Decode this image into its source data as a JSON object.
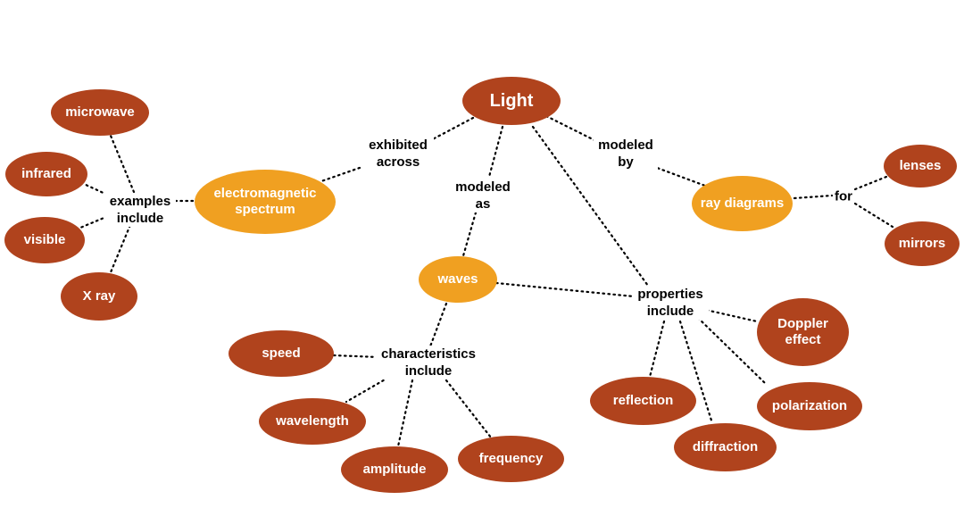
{
  "nodes": {
    "light": "Light",
    "em_spectrum": "electromagnetic spectrum",
    "ray_diagrams": "ray diagrams",
    "waves": "waves",
    "microwave": "microwave",
    "infrared": "infrared",
    "visible": "visible",
    "xray": "X ray",
    "lenses": "lenses",
    "mirrors": "mirrors",
    "speed": "speed",
    "wavelength": "wavelength",
    "amplitude": "amplitude",
    "frequency": "frequency",
    "doppler": "Doppler effect",
    "reflection": "reflection",
    "diffraction": "diffraction",
    "polarization": "polarization"
  },
  "labels": {
    "exhibited_across": "exhibited across",
    "modeled_by": "modeled by",
    "modeled_as": "modeled as",
    "examples_include": "examples include",
    "for": "for",
    "properties_include": "properties include",
    "characteristics_include": "characteristics include"
  },
  "colors": {
    "dark_node": "#b0431d",
    "light_node": "#f0a021"
  }
}
